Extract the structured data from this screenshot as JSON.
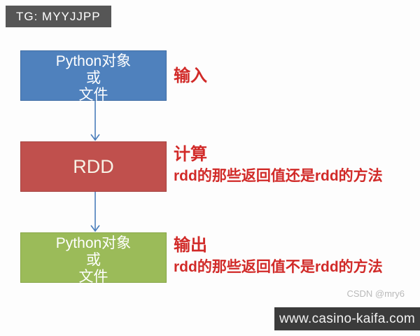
{
  "header_badge": {
    "label": "TG: MYYJJPP"
  },
  "flow": {
    "boxes": [
      {
        "id": "input-box",
        "lines": [
          "Python对象",
          "或",
          "文件"
        ],
        "color": "#4f81bd"
      },
      {
        "id": "rdd-box",
        "lines": [
          "RDD"
        ],
        "color": "#c0504d"
      },
      {
        "id": "output-box",
        "lines": [
          "Python对象",
          "或",
          "文件"
        ],
        "color": "#9bbb59"
      }
    ],
    "arrow_color": "#4a7ebb"
  },
  "annotations": {
    "input": {
      "title": "输入"
    },
    "compute": {
      "title": "计算",
      "detail": "rdd的那些返回值还是rdd的方法"
    },
    "output": {
      "title": "输出",
      "detail": "rdd的那些返回值不是rdd的方法"
    }
  },
  "annotation_color": "#d12a28",
  "watermark": {
    "label": "CSDN @mry6"
  },
  "footer_badge": {
    "label": "www.casino-kaifa.com"
  },
  "colors": {
    "header_badge_bg": "#565656",
    "footer_badge_bg": "#3b3b3b",
    "input_box": "#4f81bd",
    "rdd_box": "#c0504d",
    "output_box": "#9bbb59",
    "annotation_text": "#d12a28",
    "arrow": "#4a7ebb"
  }
}
